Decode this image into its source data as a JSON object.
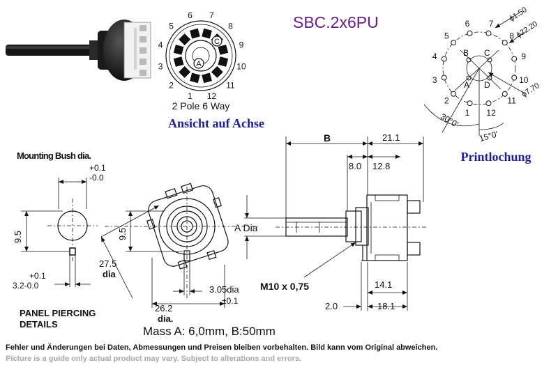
{
  "colors": {
    "title": "#6a1b8a",
    "caption": "#1a1f9a",
    "footer_secondary": "#a8a8a8"
  },
  "header": {
    "part_number": "SBC.2x6PU"
  },
  "switch_face": {
    "positions": [
      "1",
      "2",
      "3",
      "4",
      "5",
      "6",
      "7",
      "8",
      "9",
      "10",
      "11",
      "12"
    ],
    "pole_labels": [
      "A",
      "C"
    ],
    "caption": "2 Pole 6 Way",
    "view_label": "Ansicht auf Achse"
  },
  "pcb_layout": {
    "positions": [
      "1",
      "2",
      "3",
      "4",
      "5",
      "6",
      "7",
      "8",
      "9",
      "10",
      "11",
      "12"
    ],
    "pole_labels": [
      "A",
      "B",
      "C",
      "D"
    ],
    "hole_dia": "ϕ1.50",
    "circle_dia": "ϕ22.20",
    "center_dia": "ϕ7.70",
    "angle_30": "30°0'",
    "angle_15": "15°0'",
    "caption": "Printlochung"
  },
  "panel": {
    "bush_label": "Mounting Bush dia.",
    "tol_plus": "+0.1",
    "tol_minus": "-0.0",
    "height": "9.5",
    "key_tol_plus": "+0.1",
    "key_width": "3.2-0.0",
    "caption_line1": "PANEL PIERCING",
    "caption_line2": "DETAILS"
  },
  "front_view": {
    "height": "9.5",
    "outer_dia": "27.5",
    "outer_dia_label": "dia",
    "pin_dia": "3.05dia",
    "pin_tol": "±0.1",
    "pitch": "26.2",
    "pitch_label": "dia."
  },
  "side_view": {
    "dim_b": "B",
    "dim_total": "21.1",
    "dim_8": "8.0",
    "dim_12": "12.8",
    "shaft_label": "A Dia",
    "thread": "M10 x 0,75",
    "dim_14": "14.1",
    "dim_2": "2.0",
    "dim_18": "18.1"
  },
  "mass_note": "Mass A: 6,0mm, B:50mm",
  "footer": {
    "line1": "Fehler und Änderungen bei Daten, Abmessungen und Preisen bleiben vorbehalten. Bild kann vom Original abweichen.",
    "line2": "Picture is a guide only actual product may vary. Subject to alterations and errors."
  }
}
